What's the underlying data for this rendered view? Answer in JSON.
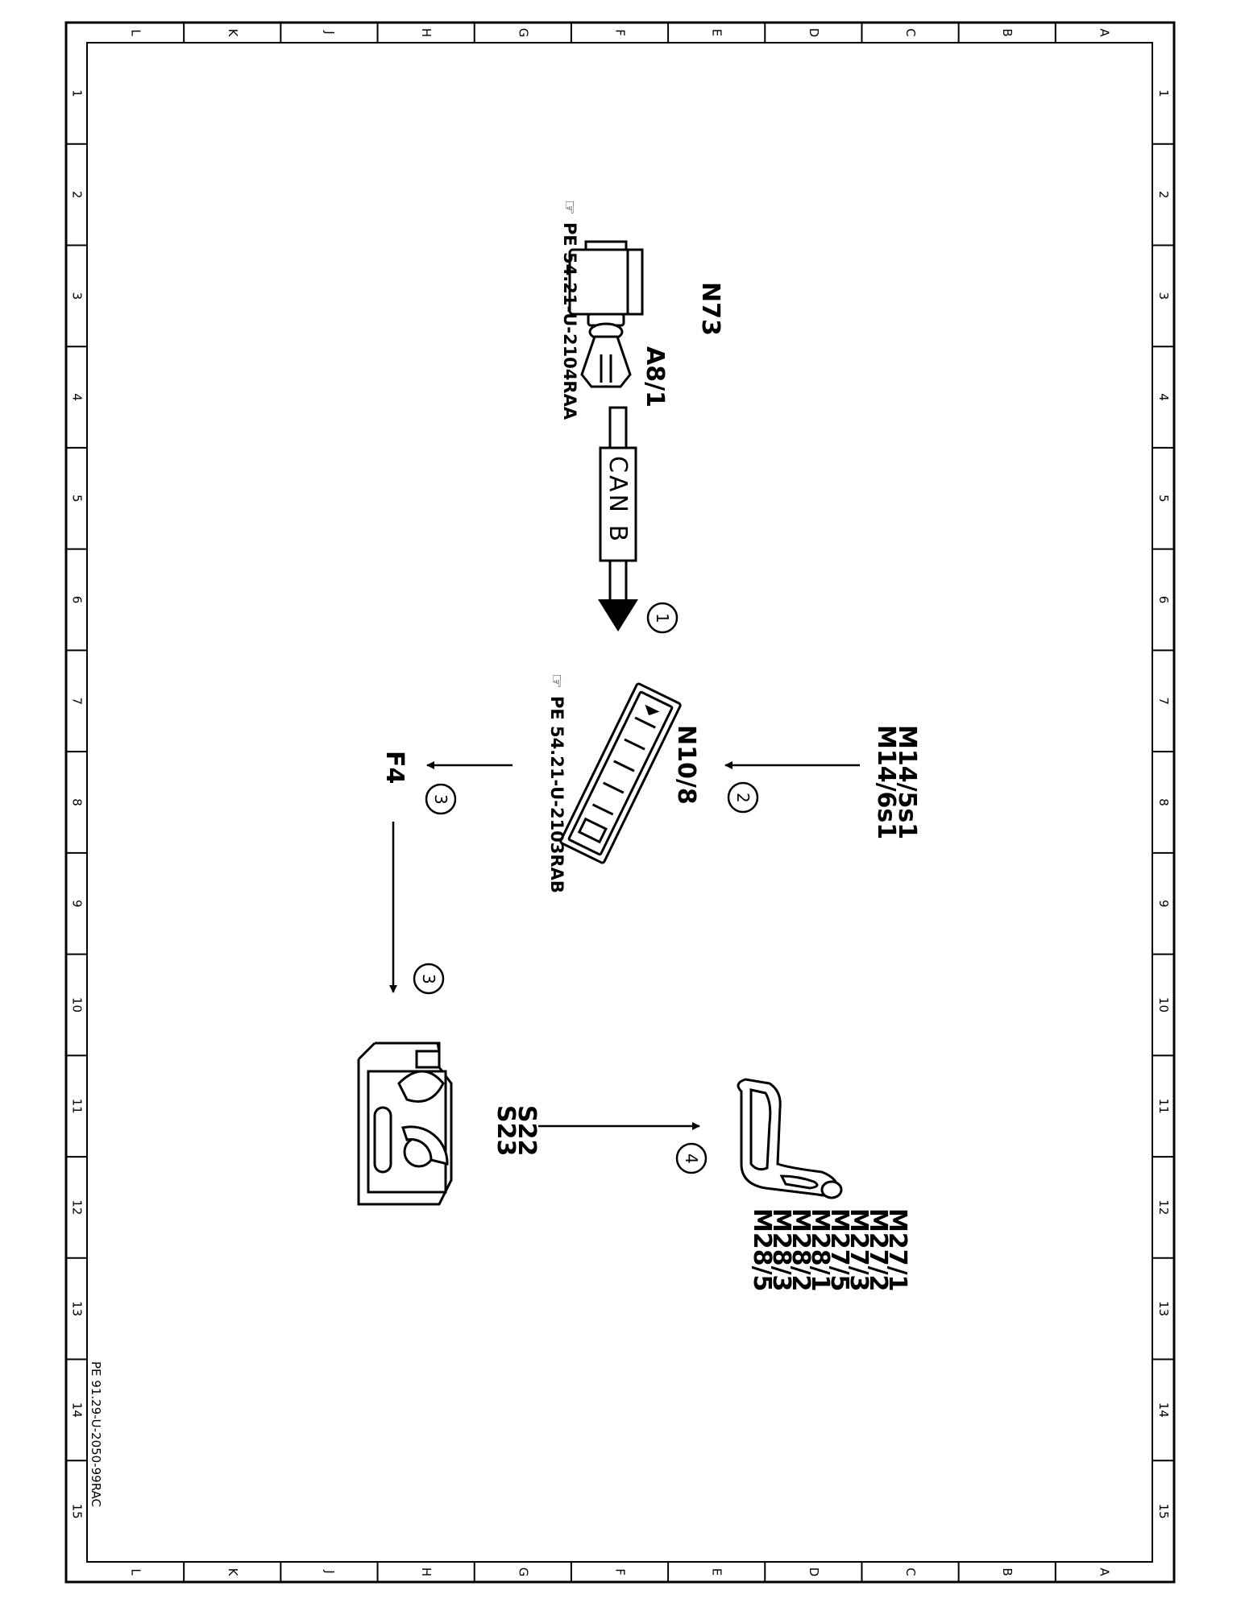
{
  "frame": {
    "column_labels": [
      "L",
      "K",
      "J",
      "H",
      "G",
      "F",
      "E",
      "D",
      "C",
      "B",
      "A"
    ],
    "row_labels": [
      "1",
      "2",
      "3",
      "4",
      "5",
      "6",
      "7",
      "8",
      "9",
      "10",
      "11",
      "12",
      "13",
      "14",
      "15"
    ],
    "drawing_id": "PE 91.29-U-2050-99RAC"
  },
  "components": {
    "n73": {
      "label": "N73",
      "sublabel": "A8/1",
      "icon": "ignition-switch-icon",
      "reference": "PE  54.21-U-2104RAA"
    },
    "n10_8": {
      "label": "N10/8",
      "icon": "control-module-icon",
      "reference": "PE  54.21-U-2103RAB"
    },
    "m14": {
      "labels": [
        "M14/5s1",
        "M14/6s1"
      ]
    },
    "f4": {
      "label": "F4"
    },
    "s22": {
      "labels": [
        "S22",
        "S23"
      ],
      "icon": "seat-switch-icon"
    },
    "m27": {
      "labels": [
        "M27/1",
        "M27/2",
        "M27/3",
        "M27/5",
        "M28/1",
        "M28/2",
        "M28/3",
        "M28/5"
      ],
      "icon": "seat-icon"
    }
  },
  "bus": {
    "label": "CAN B"
  },
  "steps": [
    "1",
    "2",
    "3",
    "3",
    "4"
  ]
}
